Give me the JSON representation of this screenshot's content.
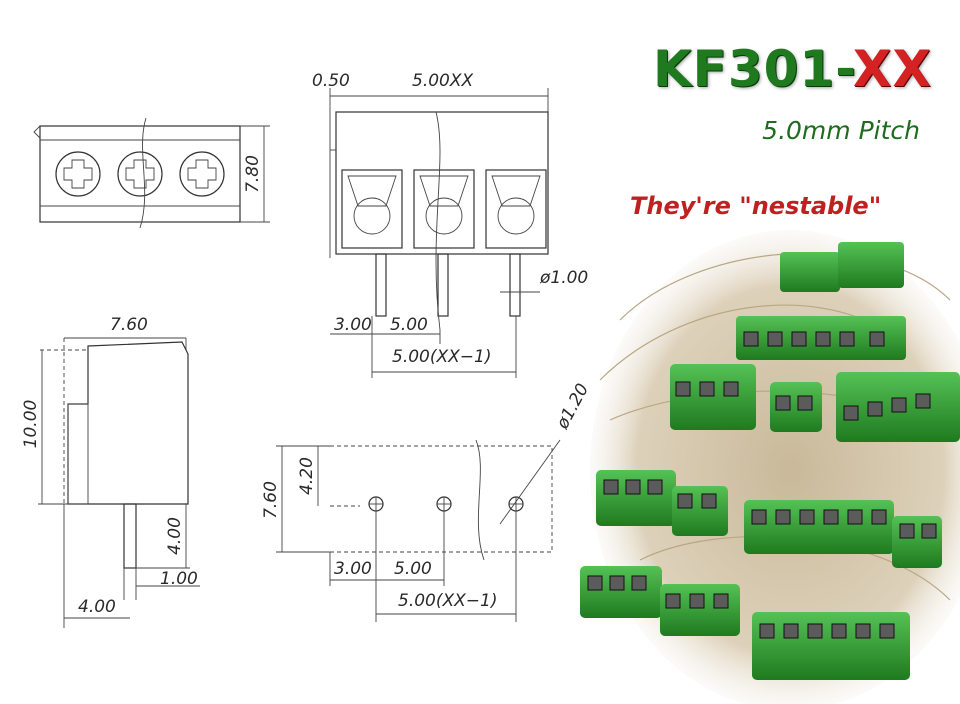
{
  "header": {
    "title_main": "KF301-",
    "title_accent": "XX",
    "subtitle": "5.0mm Pitch",
    "note": "They're \"nestable\""
  },
  "dimensions": {
    "top_view_height": "7.80",
    "front_offset": "0.50",
    "front_pitch_total": "5.00XX",
    "pin_diameter": "ø1.00",
    "front_first_offset": "3.00",
    "front_pitch": "5.00",
    "front_span": "5.00(XX−1)",
    "side_width": "7.60",
    "side_height": "10.00",
    "side_pin_length": "4.00",
    "side_pin_width": "1.00",
    "side_pin_offset": "4.00",
    "pcb_height": "7.60",
    "pcb_hole_row": "4.20",
    "pcb_hole_diameter": "ø1.20",
    "pcb_first_offset": "3.00",
    "pcb_pitch": "5.00",
    "pcb_span": "5.00(XX−1)"
  },
  "colors": {
    "terminal_green": "#3aa63a",
    "terminal_dark": "#217a21",
    "nest_straw": "#d8cbb0"
  }
}
